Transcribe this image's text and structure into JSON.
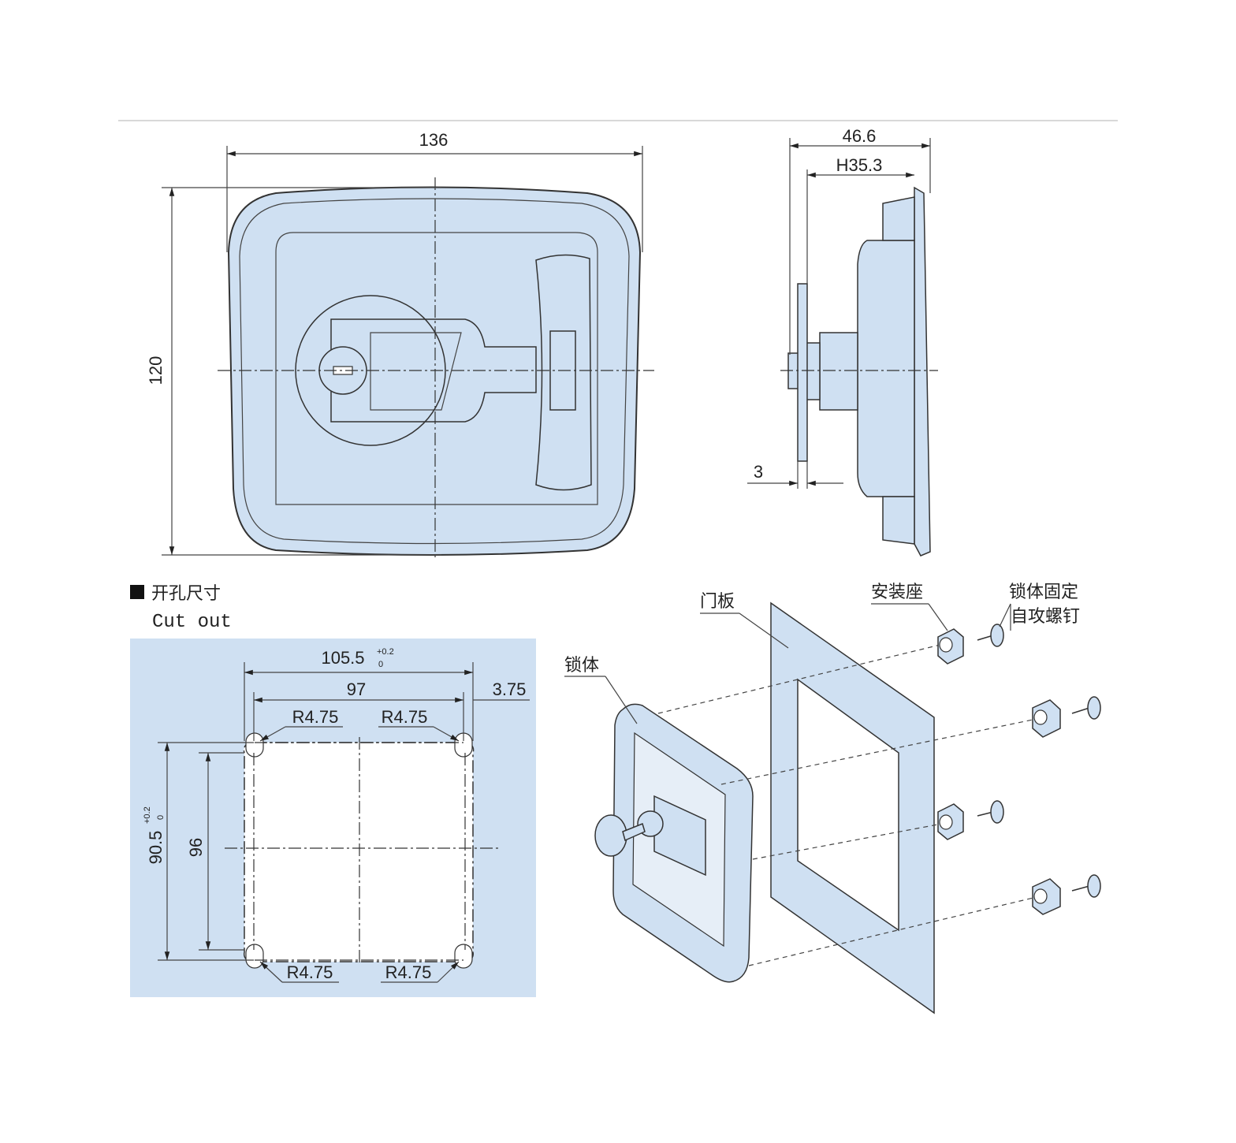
{
  "front_view": {
    "width_label": "136",
    "height_label": "120"
  },
  "side_view": {
    "depth_label": "46.6",
    "handle_label": "H35.3",
    "panel_label": "3"
  },
  "cutout": {
    "title_cn": "开孔尺寸",
    "title_en": "Cut out",
    "width_label": "105.5",
    "width_tol_upper": "+0.2",
    "width_tol_lower": "0",
    "inner_width_label": "97",
    "offset_label": "3.75",
    "height_label": "90.5",
    "height_tol_upper": "+0.2",
    "height_tol_lower": "0",
    "inner_height_label": "96",
    "radius_labels": [
      "R4.75",
      "R4.75",
      "R4.75",
      "R4.75"
    ],
    "background": "#cfe0f2"
  },
  "exploded_view": {
    "door_panel": "门板",
    "lock_body": "锁体",
    "mount_seat": "安装座",
    "screw_line1": "锁体固定",
    "screw_line2": "自攻螺钉"
  },
  "colors": {
    "part_fill": "#cfe0f2",
    "line": "#333333"
  }
}
